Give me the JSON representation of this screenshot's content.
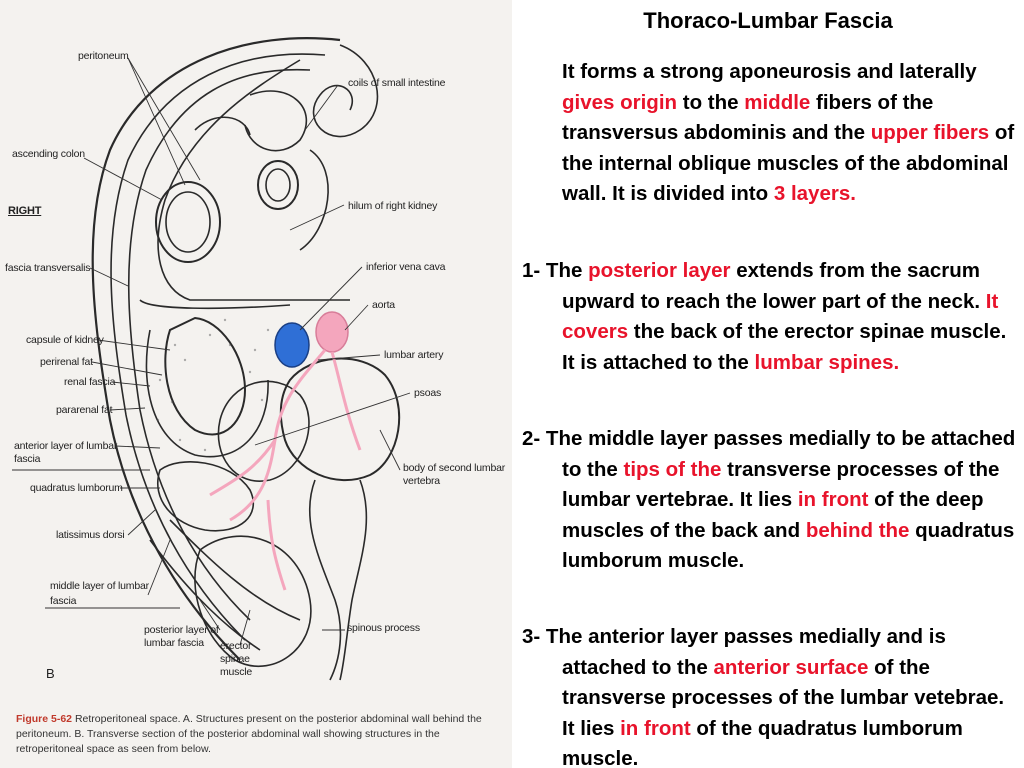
{
  "figure": {
    "right_label": "RIGHT",
    "b_label": "B",
    "labels": {
      "peritoneum": "peritoneum",
      "coils": "coils of small intestine",
      "ascending_colon": "ascending colon",
      "hilum": "hilum of right kidney",
      "fascia_transversalis": "fascia transversalis",
      "ivc": "inferior vena cava",
      "aorta": "aorta",
      "capsule": "capsule of kidney",
      "perirenal_fat": "perirenal fat",
      "renal_fascia": "renal fascia",
      "lumbar_artery": "lumbar artery",
      "psoas": "psoas",
      "pararenal_fat": "pararenal fat",
      "anterior_layer_1": "anterior layer of lumbar",
      "anterior_layer_2": "fascia",
      "body_vertebra_1": "body of second lumbar",
      "body_vertebra_2": "vertebra",
      "quadratus": "quadratus lumborum",
      "latissimus": "latissimus dorsi",
      "middle_layer_1": "middle layer of lumbar",
      "middle_layer_2": "fascia",
      "spinous": "spinous process",
      "posterior_layer_1": "posterior layer of",
      "posterior_layer_2": "lumbar fascia",
      "erector_1": "erector",
      "erector_2": "spinae",
      "erector_3": "muscle"
    },
    "caption": {
      "fignum": "Figure 5-62",
      "text": "Retroperitoneal space. A. Structures present on the posterior abdominal wall behind the peritoneum. B. Transverse section of the posterior abdominal wall showing structures in the retroperitoneal space as seen from below."
    },
    "colors": {
      "vena_cava": "#2f6fd6",
      "aorta_artery": "#f4a6bd"
    }
  },
  "text": {
    "title": "Thoraco-Lumbar Fascia",
    "intro": {
      "a": "It forms a strong aponeurosis and laterally ",
      "b": "gives origin",
      "c": " to the ",
      "d": "middle",
      "e": " fibers of the transversus abdominis and the ",
      "f": "upper fibers",
      "g": " of the internal oblique muscles of the abdominal wall. It is divided into ",
      "h": "3 layers."
    },
    "item1": {
      "a": "1- The ",
      "b": "posterior layer",
      "c": " extends from the sacrum upward to reach the lower part of the neck. ",
      "d": "It covers",
      "e": " the back of the erector spinae muscle. It is attached to the ",
      "f": "lumbar spines."
    },
    "item2": {
      "a": "2- The middle layer passes medially to be attached to the ",
      "b": "tips of the",
      "c": " transverse processes of the lumbar vertebrae. It lies ",
      "d": "in front",
      "e": " of the deep muscles of the back and ",
      "f": "behind the",
      "g": " quadratus lumborum muscle."
    },
    "item3": {
      "a": "3- The anterior layer passes medially and is attached to the ",
      "b": "anterior surface",
      "c": " of the transverse processes of the lumbar vetebrae. It lies ",
      "d": "in front",
      "e": " of the quadratus lumborum muscle."
    },
    "accent_color": "#e8132b"
  }
}
